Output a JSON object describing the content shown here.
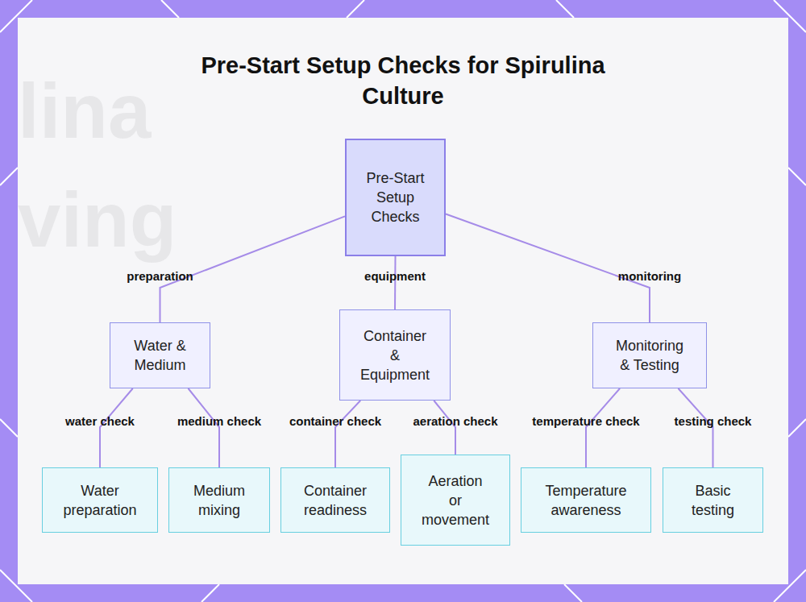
{
  "diagram": {
    "title": "Pre-Start Setup Checks for Spirulina Culture",
    "nodes": [
      {
        "text": [
          "Pre-Start Setup Checks"
        ]
      },
      {
        "text": [
          "Water & Medium"
        ]
      },
      {
        "text": [
          "Container & Equipment"
        ]
      },
      {
        "text": [
          "Monitoring & Testing"
        ]
      },
      {
        "text": [
          "Water preparation"
        ]
      },
      {
        "text": [
          "Medium mixing"
        ]
      },
      {
        "text": [
          "Container readiness"
        ]
      },
      {
        "text": [
          "Aeration or movement"
        ]
      },
      {
        "text": [
          "Temperature awareness"
        ]
      },
      {
        "text": [
          "Basic testing"
        ]
      }
    ],
    "edges": [
      {
        "from": 0,
        "to": 1,
        "label": "preparation",
        "arrow": "none"
      },
      {
        "from": 0,
        "to": 2,
        "label": "equipment",
        "arrow": "none"
      },
      {
        "from": 0,
        "to": 3,
        "label": "monitoring",
        "arrow": "none"
      },
      {
        "from": 1,
        "to": 4,
        "label": "water check",
        "arrow": "none"
      },
      {
        "from": 1,
        "to": 5,
        "label": "medium check",
        "arrow": "none"
      },
      {
        "from": 2,
        "to": 6,
        "label": "container check",
        "arrow": "none"
      },
      {
        "from": 2,
        "to": 7,
        "label": "aeration check",
        "arrow": "none"
      },
      {
        "from": 3,
        "to": 8,
        "label": "temperature check",
        "arrow": "none"
      },
      {
        "from": 3,
        "to": 9,
        "label": "testing check",
        "arrow": "none"
      }
    ],
    "labels": [
      "lina",
      "ving"
    ]
  }
}
